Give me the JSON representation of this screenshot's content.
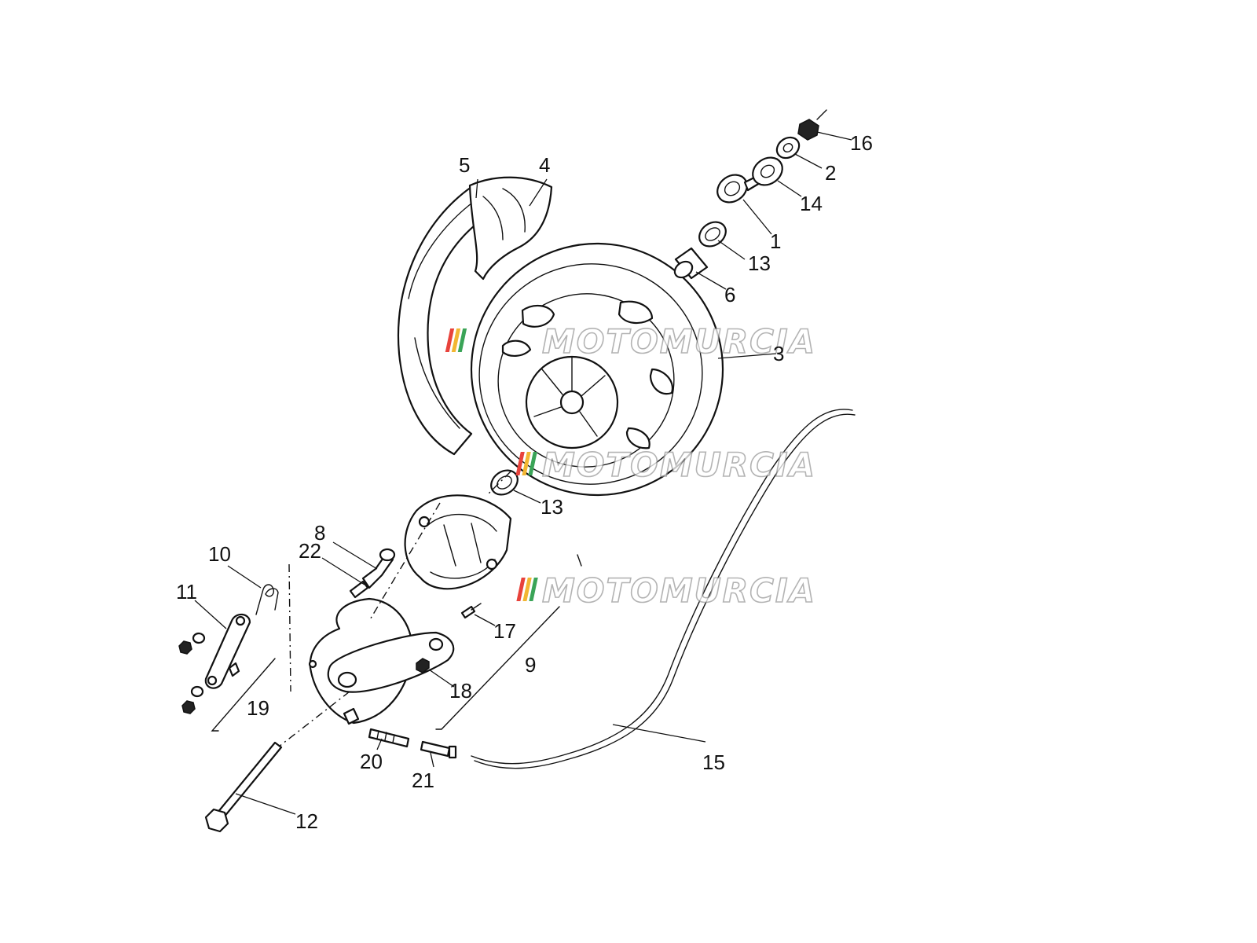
{
  "callouts": [
    {
      "id": "1",
      "text": "1"
    },
    {
      "id": "2",
      "text": "2"
    },
    {
      "id": "3",
      "text": "3"
    },
    {
      "id": "4",
      "text": "4"
    },
    {
      "id": "5",
      "text": "5"
    },
    {
      "id": "6",
      "text": "6"
    },
    {
      "id": "8",
      "text": "8"
    },
    {
      "id": "9",
      "text": "9"
    },
    {
      "id": "10",
      "text": "10"
    },
    {
      "id": "11",
      "text": "11"
    },
    {
      "id": "12",
      "text": "12"
    },
    {
      "id": "13a",
      "text": "13"
    },
    {
      "id": "13b",
      "text": "13"
    },
    {
      "id": "14",
      "text": "14"
    },
    {
      "id": "15",
      "text": "15"
    },
    {
      "id": "16",
      "text": "16"
    },
    {
      "id": "17",
      "text": "17"
    },
    {
      "id": "18",
      "text": "18"
    },
    {
      "id": "19",
      "text": "19"
    },
    {
      "id": "20",
      "text": "20"
    },
    {
      "id": "21",
      "text": "21"
    },
    {
      "id": "22",
      "text": "22"
    }
  ],
  "watermark": {
    "text": "MOTOMURCIA",
    "stripe_colors": [
      "#e8423b",
      "#f2b632",
      "#3aa457"
    ]
  }
}
